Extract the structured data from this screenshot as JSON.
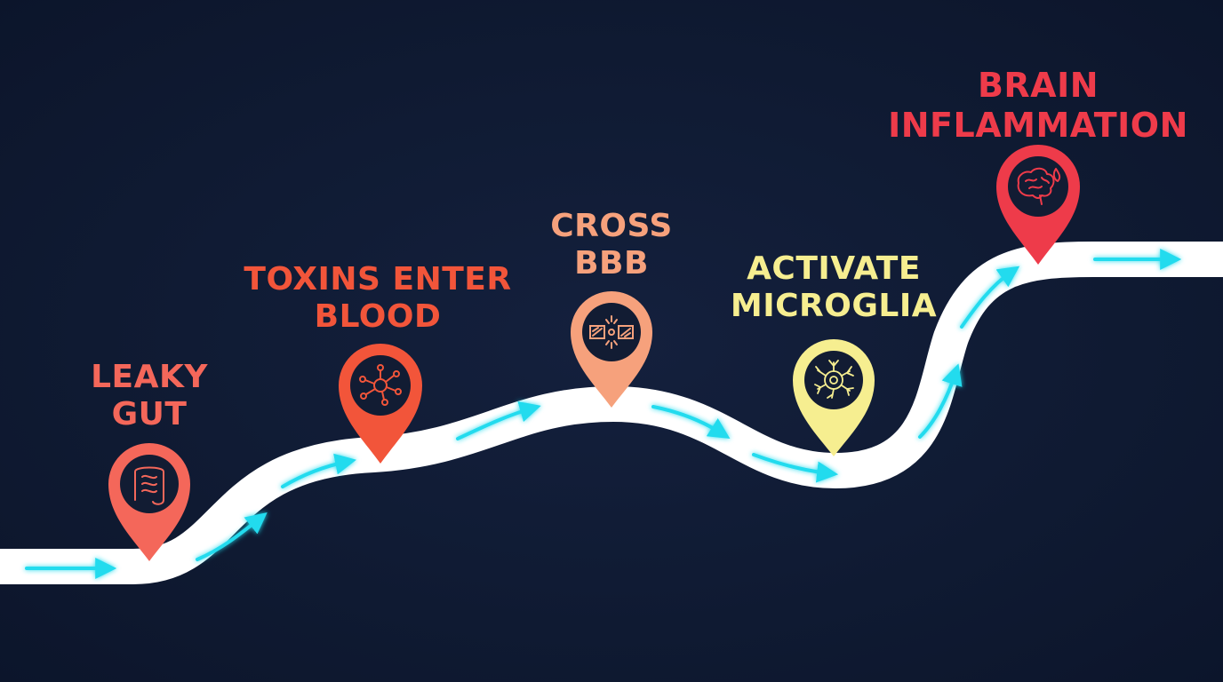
{
  "colors": {
    "background": "#101a33",
    "road": "#ffffff",
    "arrow": "#22dbee",
    "icon_circle": "#121c33"
  },
  "stages": [
    {
      "id": "leaky-gut",
      "lines": [
        "LEAKY",
        "GUT"
      ],
      "icon": "intestine-icon",
      "pin_color": "#f4675a",
      "label_color": "#f4675a"
    },
    {
      "id": "toxins",
      "lines": [
        "TOXINS ENTER",
        "BLOOD"
      ],
      "icon": "molecule-network-icon",
      "pin_color": "#f2553a",
      "label_color": "#f2553a"
    },
    {
      "id": "cross-bbb",
      "lines": [
        "CROSS",
        "BBB"
      ],
      "icon": "barrier-crossing-icon",
      "pin_color": "#f6a17c",
      "label_color": "#f6a17c"
    },
    {
      "id": "microglia",
      "lines": [
        "ACTIVATE",
        "MICROGLIA"
      ],
      "icon": "microglia-cell-icon",
      "pin_color": "#f6ee90",
      "label_color": "#f6ee90"
    },
    {
      "id": "brain",
      "lines": [
        "BRAIN",
        "INFLAMMATION"
      ],
      "icon": "inflamed-brain-icon",
      "pin_color": "#ee3b4a",
      "label_color": "#ee3b4a"
    }
  ]
}
